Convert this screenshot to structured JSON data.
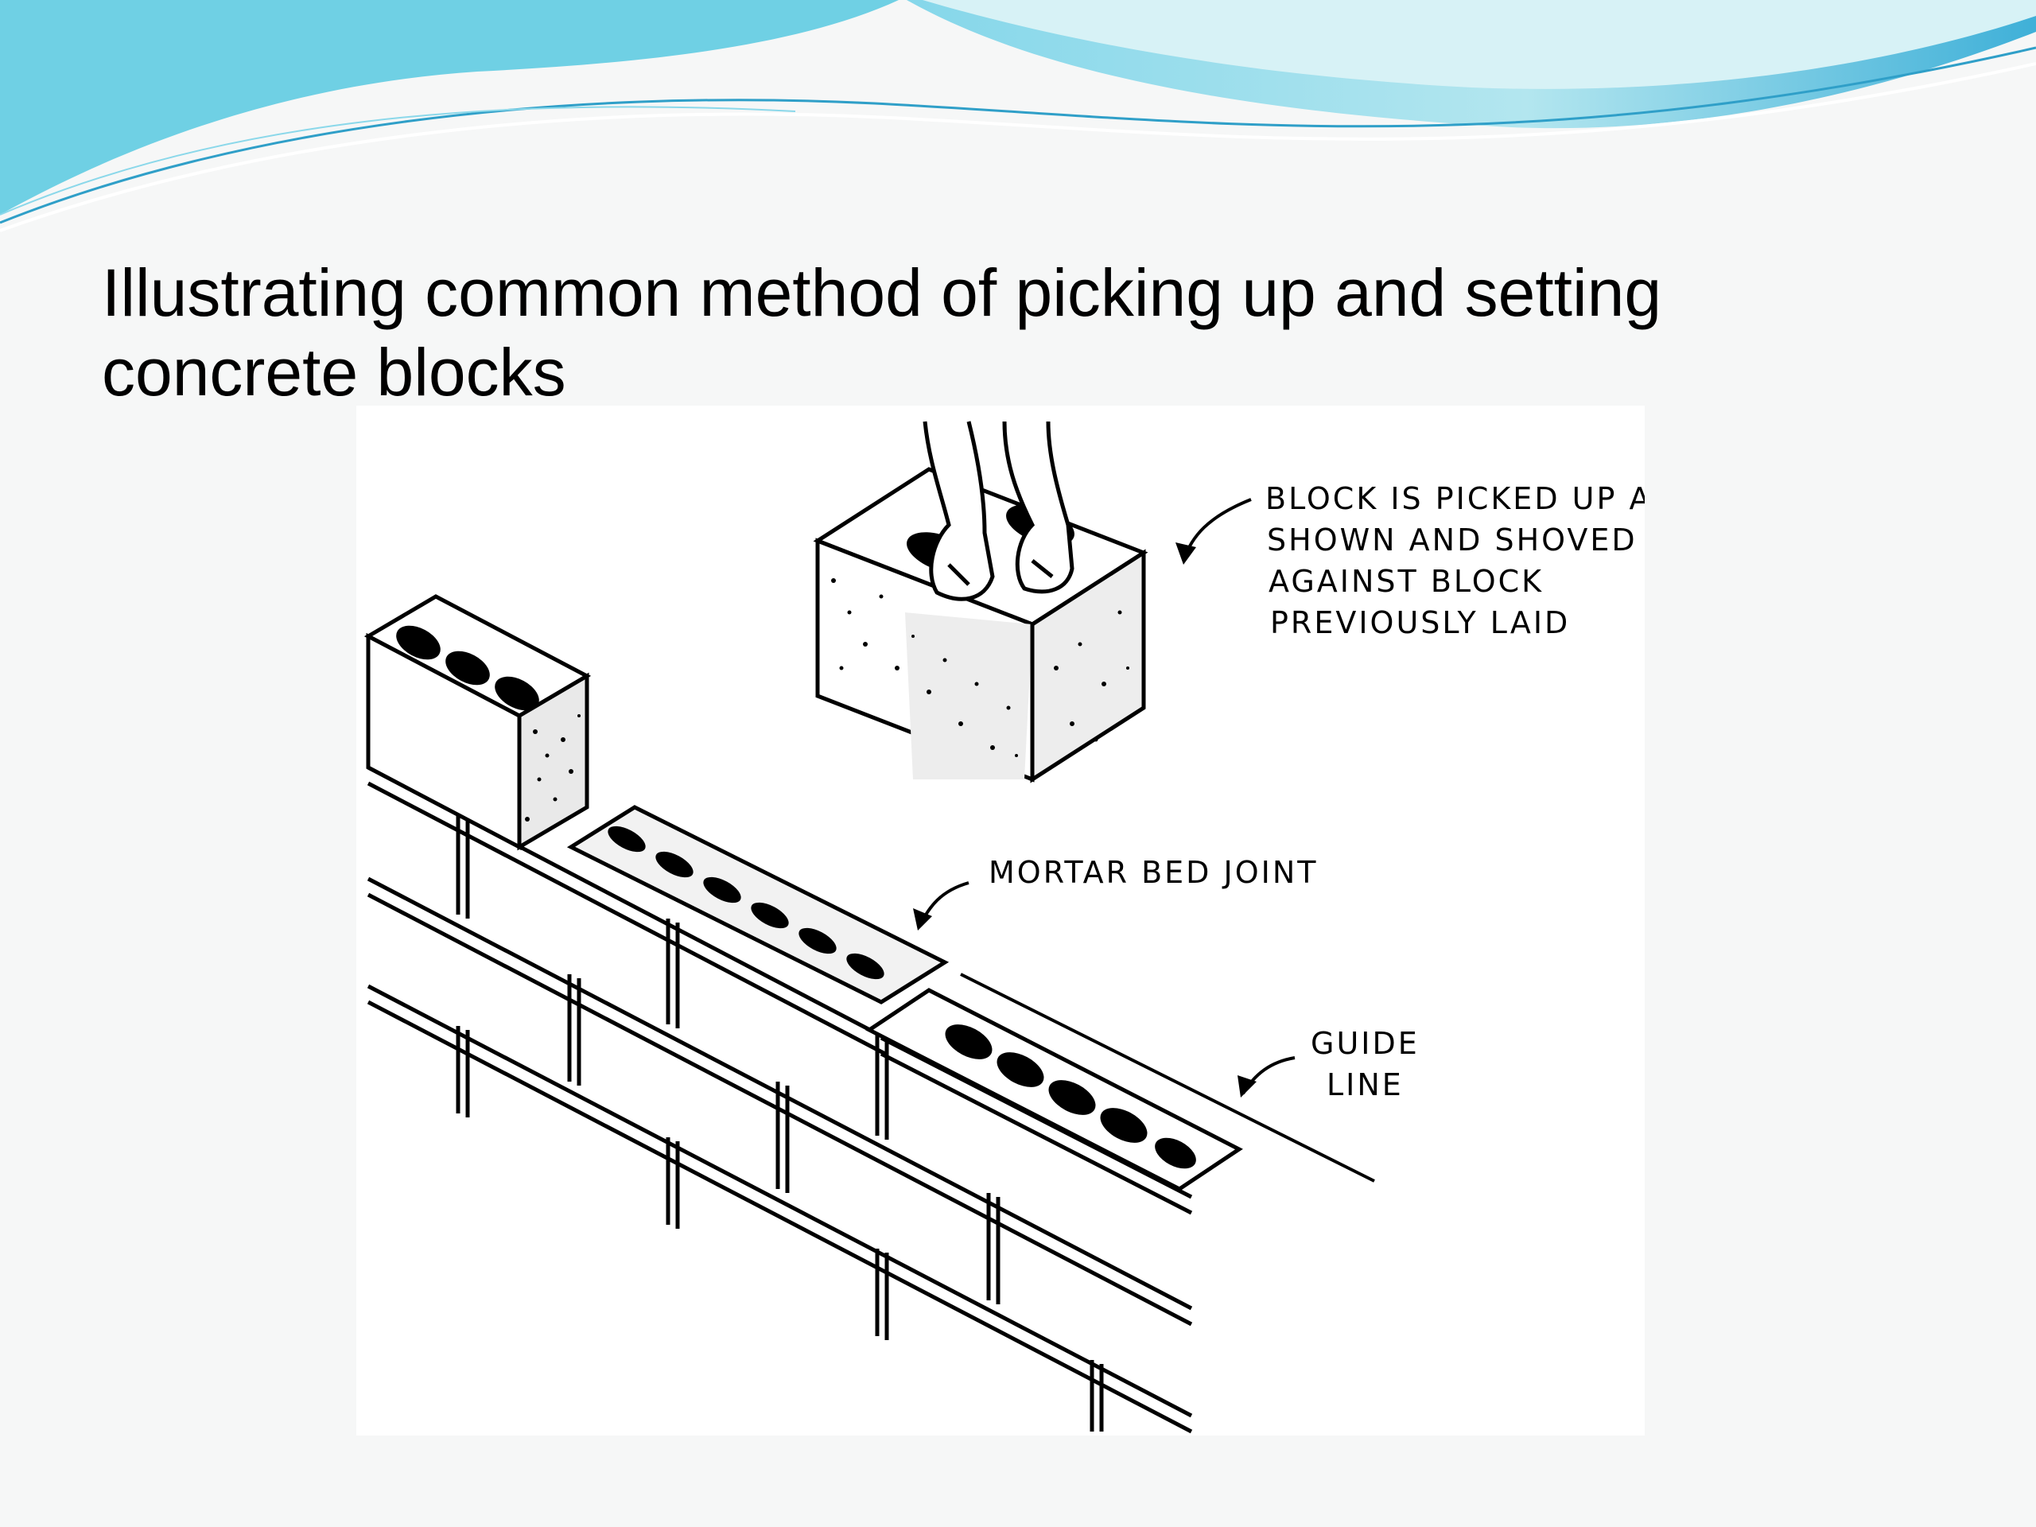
{
  "slide": {
    "title": "Illustrating common method of picking up and setting concrete blocks"
  },
  "figure": {
    "callouts": {
      "block_line1": "BLOCK IS PICKED UP AS",
      "block_line2": "SHOWN AND SHOVED",
      "block_line3": "AGAINST BLOCK",
      "block_line4": "PREVIOUSLY LAID",
      "mortar": "MORTAR BED JOINT",
      "guide_line1": "GUIDE",
      "guide_line2": "LINE"
    }
  },
  "theme": {
    "background": "#f6f7f7",
    "wave_light": "#9ee3ee",
    "wave_mid": "#5cc6dd",
    "wave_dark": "#3aa9d2",
    "figure_background": "#ffffff",
    "ink": "#000000"
  }
}
